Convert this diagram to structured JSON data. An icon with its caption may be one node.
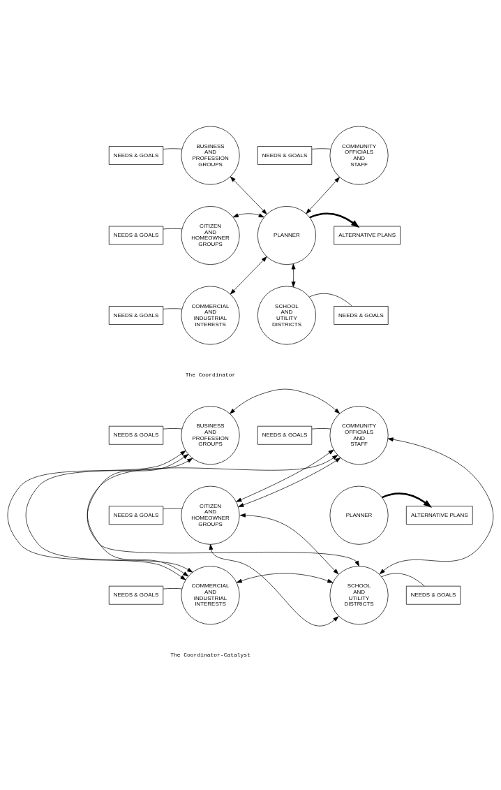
{
  "diagram": {
    "nodes": [
      {
        "text": [
          "NEEDS & GOALS"
        ]
      },
      {
        "text": [
          "BUSINESS AND PROFESSION GROUPS"
        ]
      },
      {
        "text": [
          "NEEDS & GOALS"
        ]
      },
      {
        "text": [
          "COMMUNITY OFFICIALS AND STAFF"
        ]
      },
      {
        "text": [
          "NEEDS & GOALS"
        ]
      },
      {
        "text": [
          "CITIZEN AND HOMEOWNER GROUPS"
        ]
      },
      {
        "text": [
          "PLANNER"
        ]
      },
      {
        "text": [
          "ALTERNATIVE PLANS"
        ]
      },
      {
        "text": [
          "NEEDS & GOALS"
        ]
      },
      {
        "text": [
          "COMMERCIAL AND INDUSTRIAL INTERESTS"
        ]
      },
      {
        "text": [
          "SCHOOL AND UTILITY DISTRICTS"
        ]
      },
      {
        "text": [
          "NEEDS & GOALS"
        ]
      },
      {
        "text": [
          "NEEDS & GOALS"
        ]
      },
      {
        "text": [
          "BUSINESS AND PROFESSION GROUPS"
        ]
      },
      {
        "text": [
          "NEEDS & GOALS"
        ]
      },
      {
        "text": [
          "COMMUNITY OFFICIALS AND STAFF"
        ]
      },
      {
        "text": [
          "NEEDS & GOALS"
        ]
      },
      {
        "text": [
          "CITIZEN AND HOMEOWNER GROUPS"
        ]
      },
      {
        "text": [
          "PLANNER"
        ]
      },
      {
        "text": [
          "ALTERNATIVE PLANS"
        ]
      },
      {
        "text": [
          "NEEDS & GOALS"
        ]
      },
      {
        "text": [
          "COMMERCIAL AND INDUSTRIAL INTERESTS"
        ]
      },
      {
        "text": [
          "SCHOOL AND UTILITY DISTRICTS"
        ]
      },
      {
        "text": [
          "NEEDS & GOALS"
        ]
      }
    ],
    "edges": [
      {
        "from": 0,
        "to": 1,
        "arrow": "none"
      },
      {
        "from": 2,
        "to": 3,
        "arrow": "none"
      },
      {
        "from": 4,
        "to": 5,
        "arrow": "none"
      },
      {
        "from": 8,
        "to": 9,
        "arrow": "none"
      },
      {
        "from": 11,
        "to": 10,
        "arrow": "none"
      },
      {
        "from": 1,
        "to": 6,
        "arrow": "both"
      },
      {
        "from": 3,
        "to": 6,
        "arrow": "both"
      },
      {
        "from": 5,
        "to": 6,
        "arrow": "both"
      },
      {
        "from": 9,
        "to": 6,
        "arrow": "both"
      },
      {
        "from": 10,
        "to": 6,
        "arrow": "both"
      },
      {
        "from": 6,
        "to": 7,
        "arrow": "to",
        "style": "thick"
      },
      {
        "from": 12,
        "to": 13,
        "arrow": "none"
      },
      {
        "from": 14,
        "to": 15,
        "arrow": "none"
      },
      {
        "from": 16,
        "to": 17,
        "arrow": "none"
      },
      {
        "from": 20,
        "to": 21,
        "arrow": "none"
      },
      {
        "from": 23,
        "to": 22,
        "arrow": "none"
      },
      {
        "from": 13,
        "to": 21,
        "arrow": "both"
      },
      {
        "from": 13,
        "to": 21,
        "arrow": "both"
      },
      {
        "from": 13,
        "to": 22,
        "arrow": "both"
      },
      {
        "from": 13,
        "to": 15,
        "arrow": "both"
      },
      {
        "from": 17,
        "to": 15,
        "arrow": "both"
      },
      {
        "from": 17,
        "to": 15,
        "arrow": "both"
      },
      {
        "from": 17,
        "to": 22,
        "arrow": "both"
      },
      {
        "from": 17,
        "to": 22,
        "arrow": "both"
      },
      {
        "from": 15,
        "to": 22,
        "arrow": "both"
      },
      {
        "from": 15,
        "to": 21,
        "arrow": "both"
      },
      {
        "from": 22,
        "to": 21,
        "arrow": "both"
      },
      {
        "from": 18,
        "to": 19,
        "arrow": "to",
        "style": "thick"
      }
    ],
    "labels": [
      "The Coordinator",
      "The Coordinator-Catalyst"
    ]
  }
}
